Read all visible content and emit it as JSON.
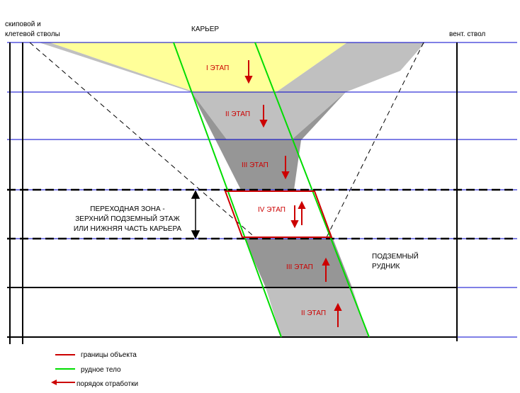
{
  "labels": {
    "skip_shafts_line1": "скиповой и",
    "skip_shafts_line2": "клетевой стволы",
    "quarry": "КАРЬЕР",
    "vent_shaft": "вент. ствол",
    "transition_line1": "ПЕРЕХОДНАЯ ЗОНА -",
    "transition_line2": "ЗЕРХНИЙ ПОДЗЕМНЫЙ ЭТАЖ",
    "transition_line3": "ИЛИ НИЖНЯЯ ЧАСТЬ КАРЬЕРА",
    "underground_line1": "ПОДЗЕМНЫЙ",
    "underground_line2": "РУДНИК"
  },
  "stages": {
    "quarry_1": "I ЭТАП",
    "quarry_2": "II ЭТАП",
    "quarry_3": "III ЭТАП",
    "transition_4": "IV ЭТАП",
    "underground_3": "III ЭТАП",
    "underground_2": "II ЭТАП"
  },
  "legend": {
    "object_bounds": "границы объекта",
    "ore_body": "рудное тело",
    "mining_order": "порядок отработки"
  },
  "colors": {
    "yellow_zone": "#ffff99",
    "light_gray": "#c0c0c0",
    "mid_gray": "#969696",
    "dark_gray": "#808080",
    "level_line": "#0000cc",
    "ore_body": "#00dd00",
    "boundary": "#cc0000"
  }
}
